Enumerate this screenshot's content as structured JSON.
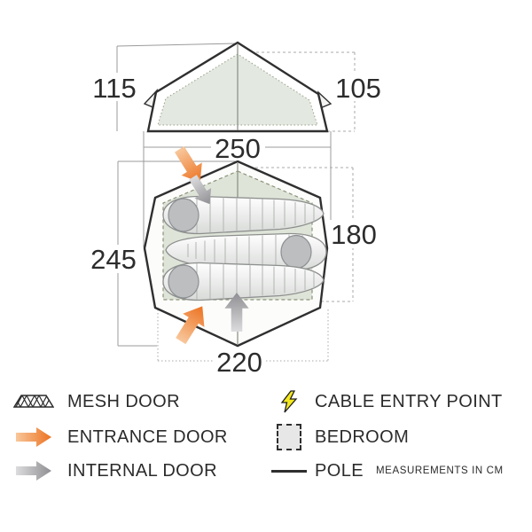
{
  "title": "tent dimensions diagram",
  "dimensions": {
    "side_left_height": "115",
    "side_right_height": "105",
    "side_width": "250",
    "plan_length": "245",
    "plan_inner_depth": "180",
    "plan_front_width": "220",
    "unit_note": "MEASUREMENTS IN CM"
  },
  "legend": {
    "mesh_door": "MESH DOOR",
    "cable_entry_point": "CABLE ENTRY POINT",
    "entrance_door": "ENTRANCE DOOR",
    "bedroom": "BEDROOM",
    "internal_door": "INTERNAL DOOR",
    "pole": "POLE"
  },
  "colors": {
    "accent_orange": "#ec7524",
    "arrow_gray": "#909094",
    "bolt_yellow": "#f4e81f",
    "tent_fill": "#e3e8e0",
    "bedroom_fill": "#dfe4d9",
    "outline_dark": "#2f2f2f"
  }
}
